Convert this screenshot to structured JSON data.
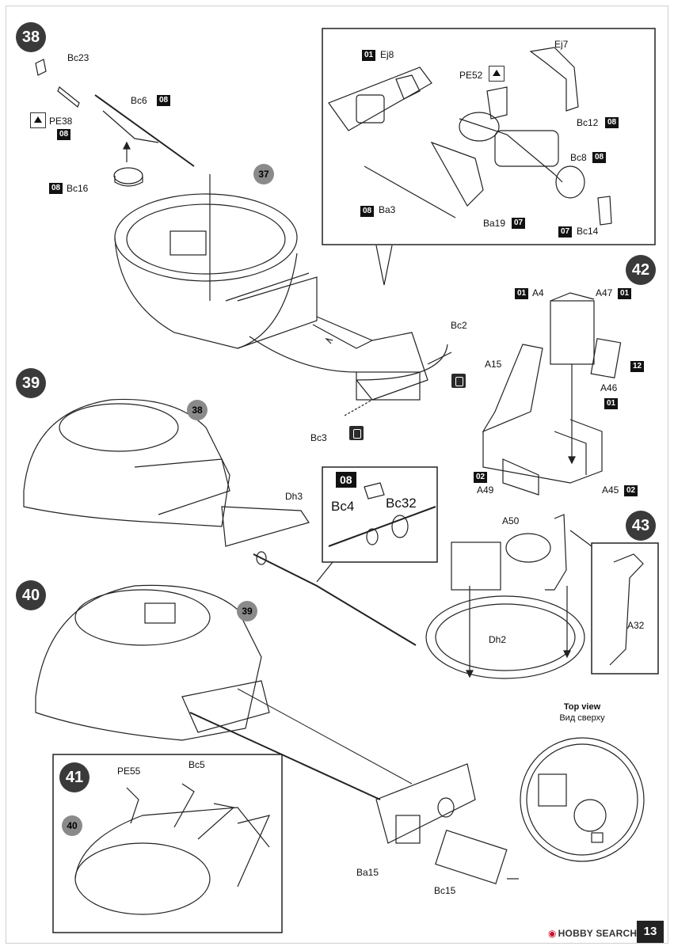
{
  "steps": {
    "s38": "38",
    "s39": "39",
    "s40": "40",
    "s41": "41",
    "s42": "42",
    "s43": "43"
  },
  "subs": {
    "r37": "37",
    "r38": "38",
    "r39": "39",
    "r40": "40"
  },
  "labels": {
    "Bc23": "Bc23",
    "PE38": "PE38",
    "Bc6": "Bc6",
    "Bc16": "Bc16",
    "Ej8": "Ej8",
    "Ej7": "Ej7",
    "PE52": "PE52",
    "Bc12": "Bc12",
    "Bc8": "Bc8",
    "Ba3": "Ba3",
    "Ba19": "Ba19",
    "Bc14": "Bc14",
    "Bc2": "Bc2",
    "Bc3": "Bc3",
    "A4": "A4",
    "A47": "A47",
    "A15": "A15",
    "A46": "A46",
    "A49": "A49",
    "A45": "A45",
    "Dh3": "Dh3",
    "Bc4": "Bc4",
    "Bc32": "Bc32",
    "A50": "A50",
    "Dh2": "Dh2",
    "A32": "A32",
    "PE55": "PE55",
    "Bc5": "Bc5",
    "Ba15": "Ba15",
    "Bc15": "Bc15"
  },
  "tags": {
    "t08_bc6": "08",
    "t08_pe38": "08",
    "t08_bc16": "08",
    "t01_ej8": "01",
    "t08_bc12": "08",
    "t08_bc8": "08",
    "t08_ba3": "08",
    "t07_ba19": "07",
    "t07_bc14": "07",
    "t01_a4": "01",
    "t01_a47": "01",
    "t12_a46": "12",
    "t01_a46": "01",
    "t02_a49": "02",
    "t02_a45": "02",
    "t08_detail": "08"
  },
  "topview": {
    "en": "Top view",
    "ru": "Вид сверху"
  },
  "footer": {
    "brand": "HOBBY SEARCH",
    "page": "13"
  }
}
